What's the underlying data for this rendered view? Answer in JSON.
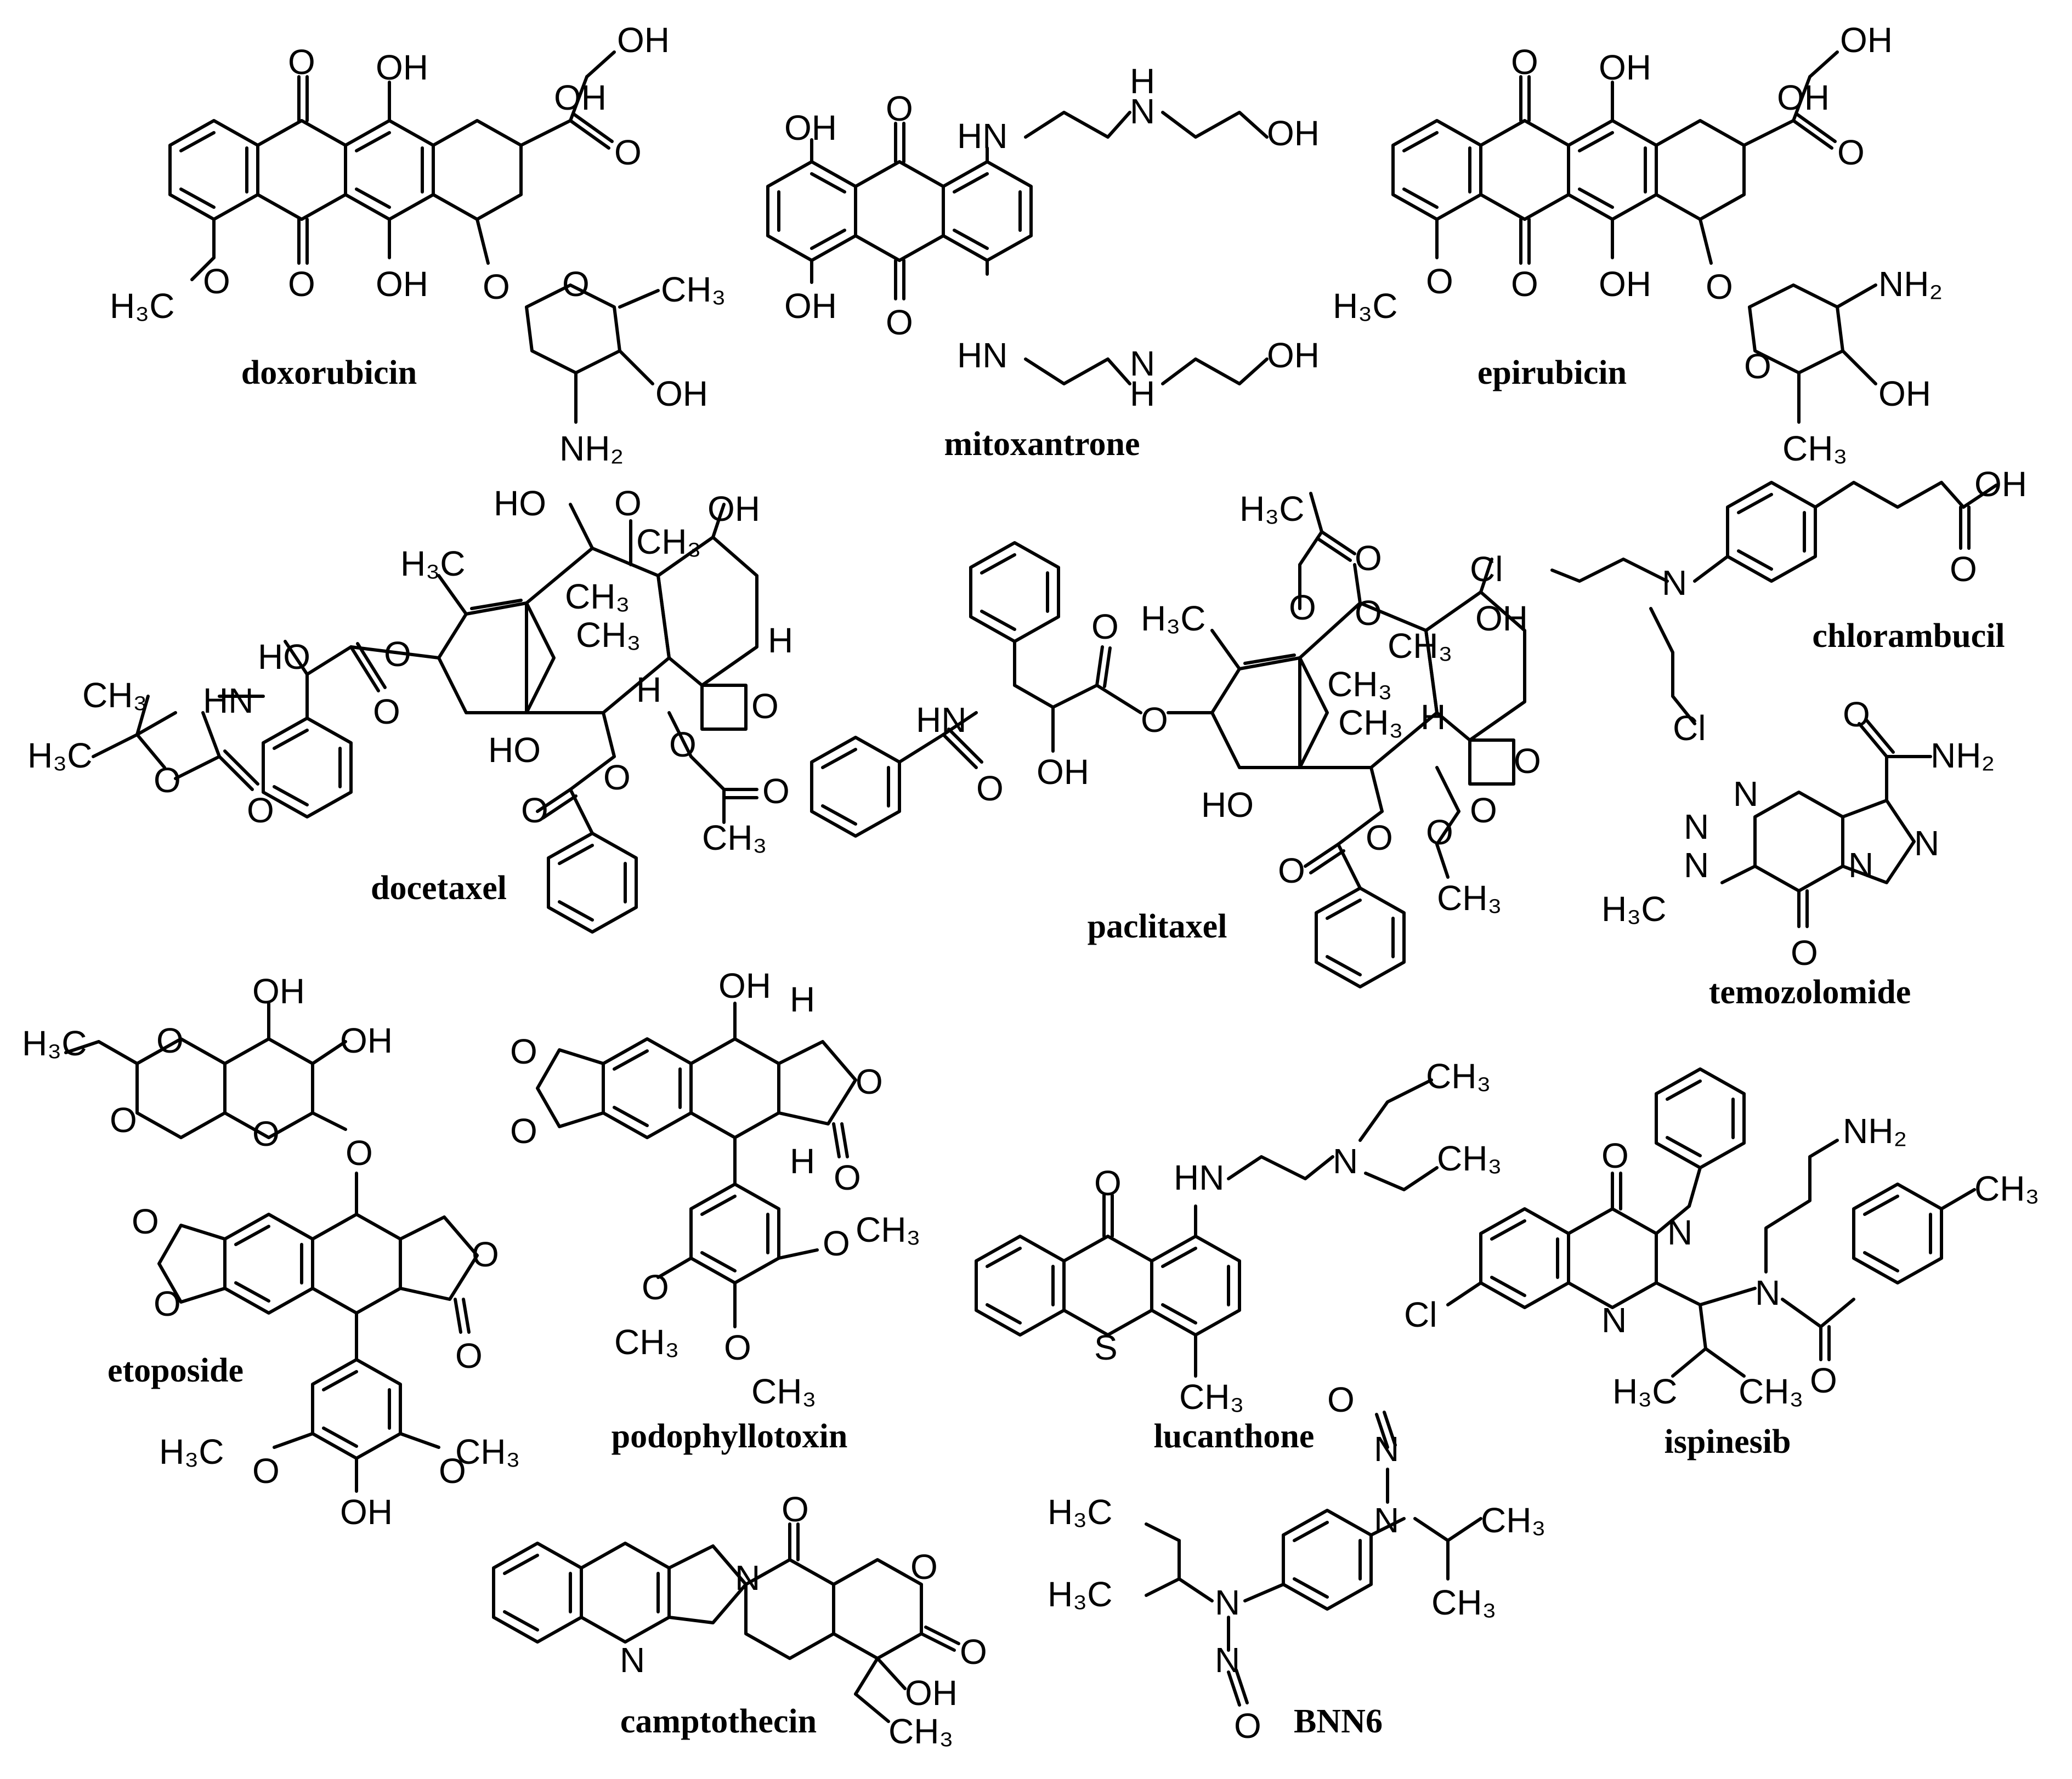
{
  "compounds": [
    {
      "id": "doxorubicin",
      "name": "doxorubicin"
    },
    {
      "id": "mitoxantrone",
      "name": "mitoxantrone"
    },
    {
      "id": "epirubicin",
      "name": "epirubicin"
    },
    {
      "id": "docetaxel",
      "name": "docetaxel"
    },
    {
      "id": "paclitaxel",
      "name": "paclitaxel"
    },
    {
      "id": "chlorambucil",
      "name": "chlorambucil"
    },
    {
      "id": "temozolomide",
      "name": "temozolomide"
    },
    {
      "id": "etoposide",
      "name": "etoposide"
    },
    {
      "id": "podophyllotoxin",
      "name": "podophyllotoxin"
    },
    {
      "id": "lucanthone",
      "name": "lucanthone"
    },
    {
      "id": "ispinesib",
      "name": "ispinesib"
    },
    {
      "id": "camptothecin",
      "name": "camptothecin"
    },
    {
      "id": "bnn6",
      "name": "BNN6"
    }
  ],
  "atoms": {
    "OH": "OH",
    "O": "O",
    "N": "N",
    "H": "H",
    "S": "S",
    "Cl": "Cl",
    "HN": "HN",
    "NH2": "NH₂",
    "CH3": "CH₃",
    "H3C": "H₃C",
    "H3CO": "H₃C",
    "HO": "HO"
  }
}
